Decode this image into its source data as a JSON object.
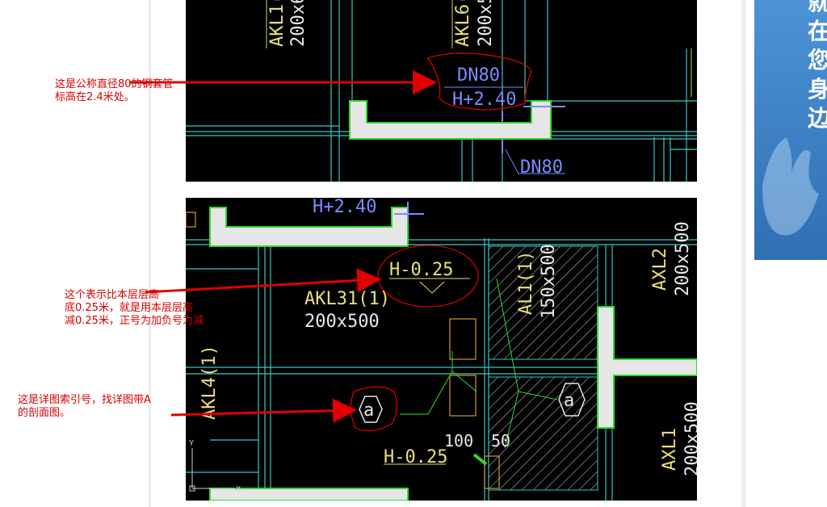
{
  "annotations": {
    "note1": "这是公称直径80的钢套管\n标高在2.4米处。",
    "note2": "这个表示比本层层高\n底0.25米，就是用本层层高\n减0.25米，正号为加负号为减",
    "note3": "这是详图索引号，找详图带A\n的剖面图。"
  },
  "cad_top": {
    "labels": [
      "AKL1(",
      "200x6",
      "AKL6(",
      "200x5",
      "DN80",
      "H+2.40",
      "DN80"
    ]
  },
  "cad_bottom": {
    "labels": [
      "H+2.40",
      "H-0.25",
      "AKL31(1)",
      "200x500",
      "AL1(1)",
      "150x500",
      "AXL2",
      "200x500",
      "AKL4(1)",
      "a",
      "a",
      "100",
      "50",
      "H-0.25",
      "AXL1",
      "200x500",
      "Y",
      "X"
    ]
  },
  "ad": {
    "chars": [
      "就",
      "在",
      "您",
      "身",
      "边"
    ]
  },
  "colors": {
    "annotation_red": "#e00000",
    "cad_cyan": "#39c6c6",
    "cad_yellow": "#e8e07a",
    "cad_blue": "#7b8cff",
    "cad_green": "#2ddc2d",
    "ad_blue": "#3f85c9"
  }
}
